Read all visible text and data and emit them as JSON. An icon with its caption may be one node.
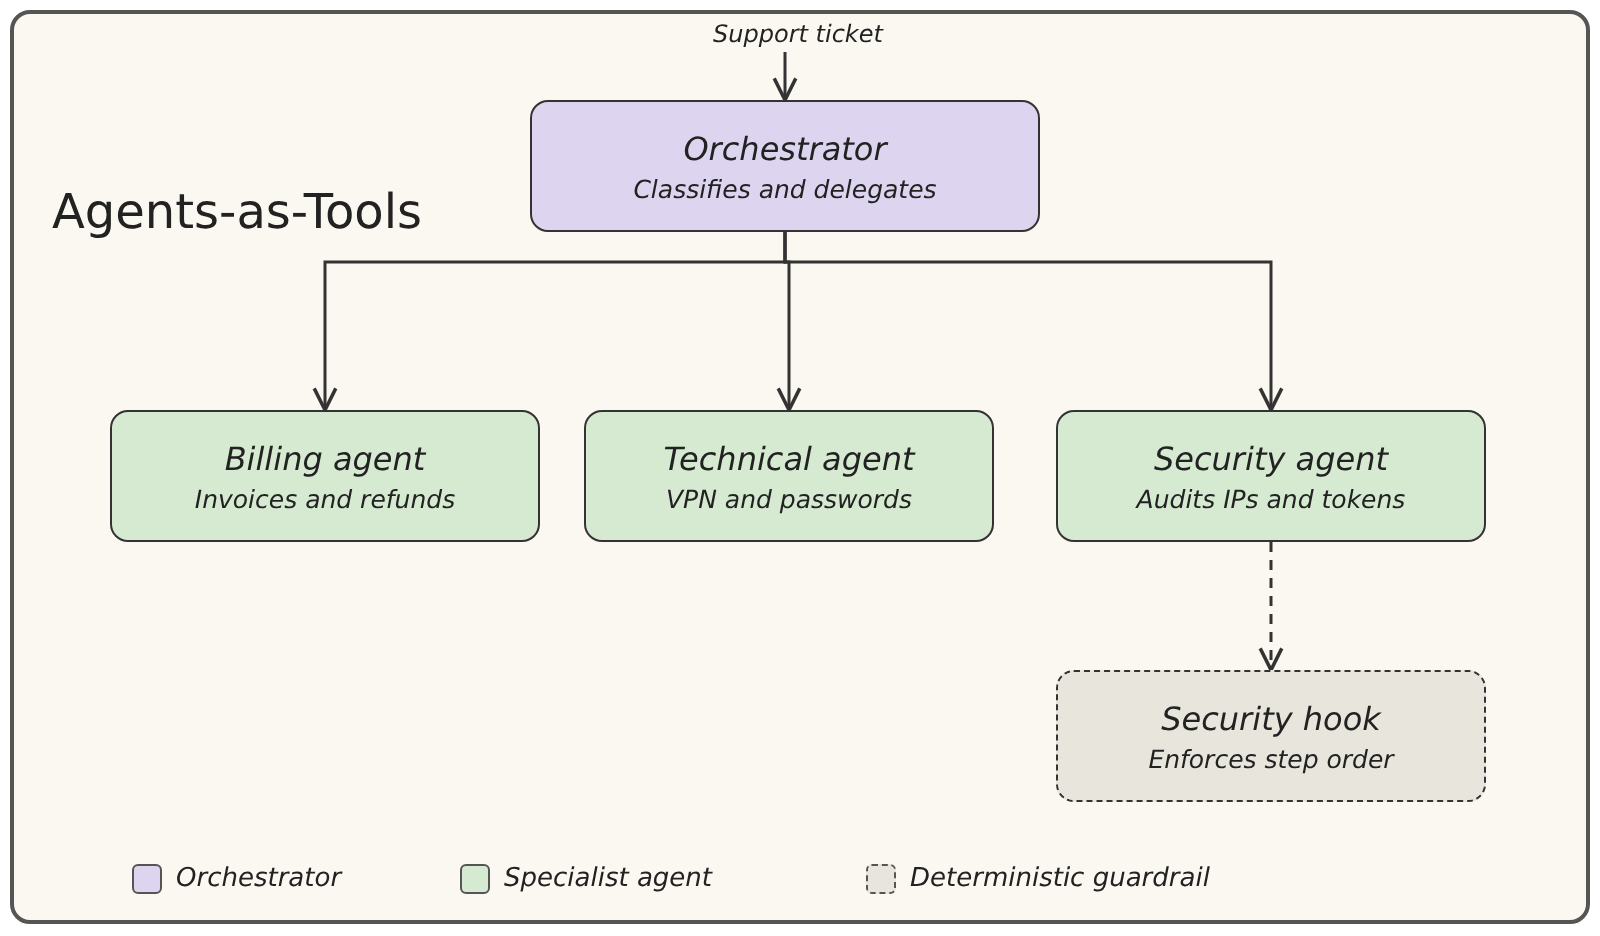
{
  "diagram": {
    "title": "Agents-as-Tools",
    "nodes": [
      {
        "text": [
          "Support ticket"
        ]
      },
      {
        "text": [
          "Orchestrator",
          "Classifies and delegates"
        ]
      },
      {
        "text": [
          "Billing agent",
          "Invoices and refunds"
        ]
      },
      {
        "text": [
          "Technical agent",
          "VPN and passwords"
        ]
      },
      {
        "text": [
          "Security agent",
          "Audits IPs and tokens"
        ]
      },
      {
        "text": [
          "Security hook",
          "Enforces step order"
        ]
      }
    ],
    "edges": [
      {
        "from": 0,
        "to": 1,
        "arrow": "to"
      },
      {
        "from": 1,
        "to": 2,
        "arrow": "to"
      },
      {
        "from": 1,
        "to": 3,
        "arrow": "to"
      },
      {
        "from": 1,
        "to": 4,
        "arrow": "to"
      },
      {
        "from": 4,
        "to": 5,
        "arrow": "to",
        "style": "dashed"
      }
    ],
    "legend": [
      {
        "text": "Orchestrator",
        "color": "#ddd5f0"
      },
      {
        "text": "Specialist agent",
        "color": "#d6ead2"
      },
      {
        "text": "Deterministic guardrail",
        "color": "#e8e5dc"
      }
    ]
  }
}
